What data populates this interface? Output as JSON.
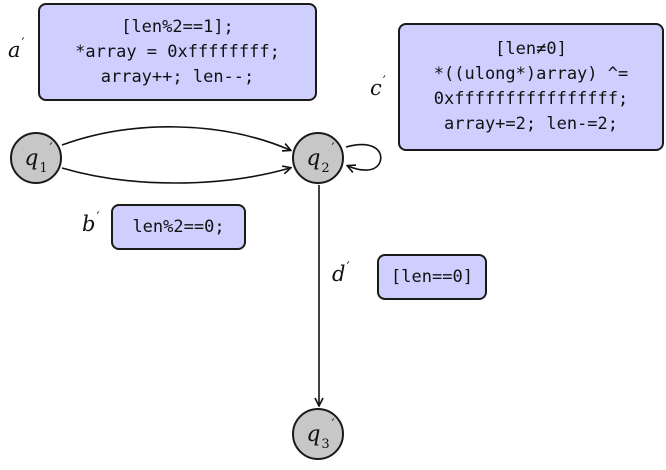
{
  "states": [
    {
      "id": "q1",
      "symbol": "q",
      "index": "1",
      "prime": "′"
    },
    {
      "id": "q2",
      "symbol": "q",
      "index": "2",
      "prime": "′"
    },
    {
      "id": "q3",
      "symbol": "q",
      "index": "3",
      "prime": "′"
    }
  ],
  "edges": [
    {
      "label": "a",
      "prime": "′",
      "from": "q1",
      "to": "q2",
      "guard": [
        "[len%2==1];",
        "*array = 0xffffffff;",
        "array++; len--;"
      ]
    },
    {
      "label": "b",
      "prime": "′",
      "from": "q1",
      "to": "q2",
      "guard": [
        "len%2==0;"
      ]
    },
    {
      "label": "c",
      "prime": "′",
      "from": "q2",
      "to": "q2",
      "guard": [
        "[len≠0]",
        "*((ulong*)array) ^=",
        "0xffffffffffffffff;",
        "array+=2; len-=2;"
      ]
    },
    {
      "label": "d",
      "prime": "′",
      "from": "q2",
      "to": "q3",
      "guard": [
        "[len==0]"
      ]
    }
  ]
}
